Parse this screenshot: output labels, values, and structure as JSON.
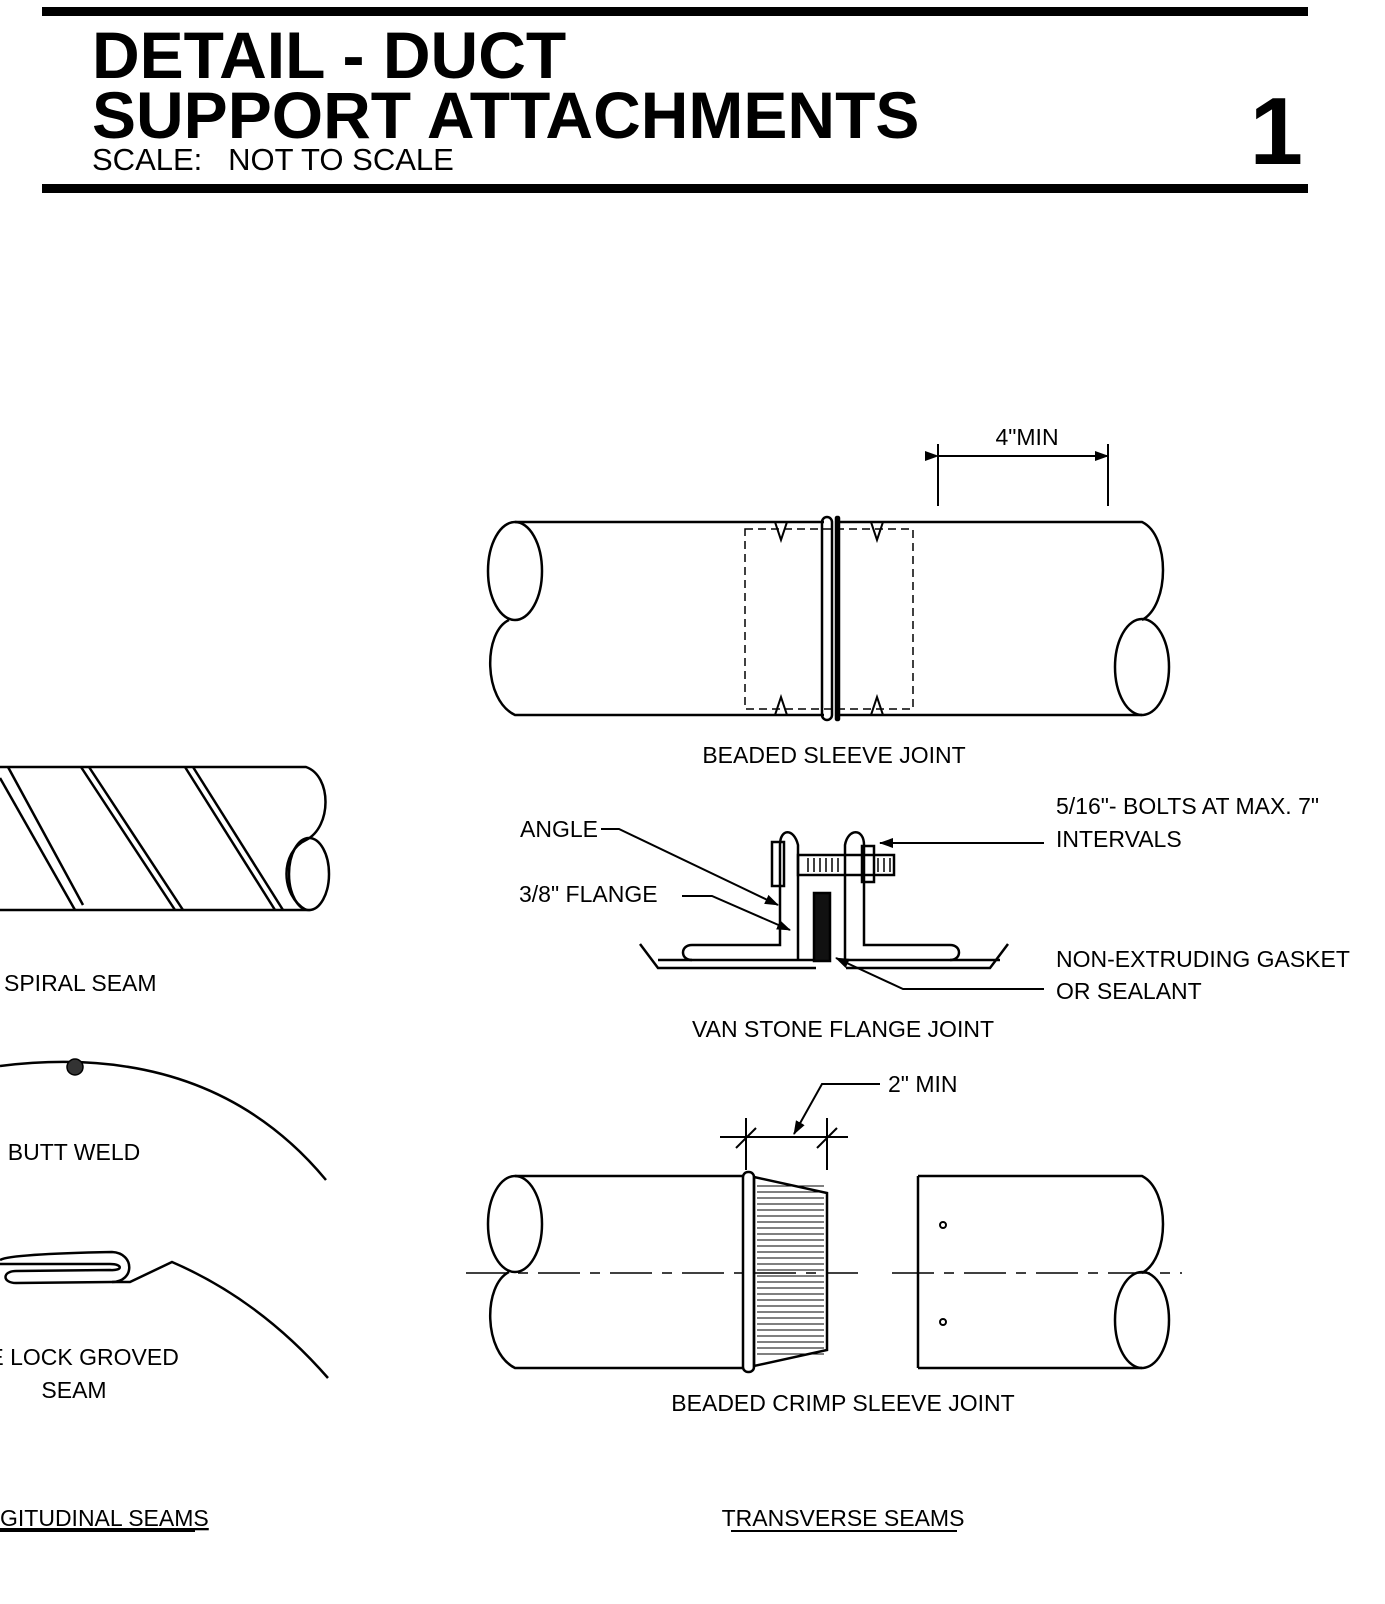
{
  "title_block": {
    "title_line_1": "DETAIL - DUCT",
    "title_line_2": "SUPPORT ATTACHMENTS",
    "scale_label": "SCALE:",
    "scale_value": "NOT TO SCALE",
    "detail_number": "1"
  },
  "longitudinal": {
    "spiral_label": "SPIRAL SEAM",
    "butt_weld_label": "BUTT WELD",
    "lock_label_line_1": "ME LOCK GROVED",
    "lock_label_line_2": "SEAM",
    "section_label": "GITUDINAL SEAMS"
  },
  "transverse": {
    "dimension_4in": "4\"MIN",
    "beaded_sleeve_label": "BEADED SLEEVE JOINT",
    "angle_label": "ANGLE",
    "flange_label": "3/8\" FLANGE",
    "bolts_label_line_1": "5/16\"- BOLTS AT MAX. 7\"",
    "bolts_label_line_2": "INTERVALS",
    "gasket_label_line_1": "NON-EXTRUDING GASKET",
    "gasket_label_line_2": "OR SEALANT",
    "van_stone_label": "VAN STONE FLANGE JOINT",
    "dimension_2in": "2\" MIN",
    "beaded_crimp_label": "BEADED CRIMP SLEEVE JOINT",
    "section_label": "TRANSVERSE SEAMS"
  },
  "colors": {
    "ink": "#000000",
    "paper": "#ffffff"
  }
}
